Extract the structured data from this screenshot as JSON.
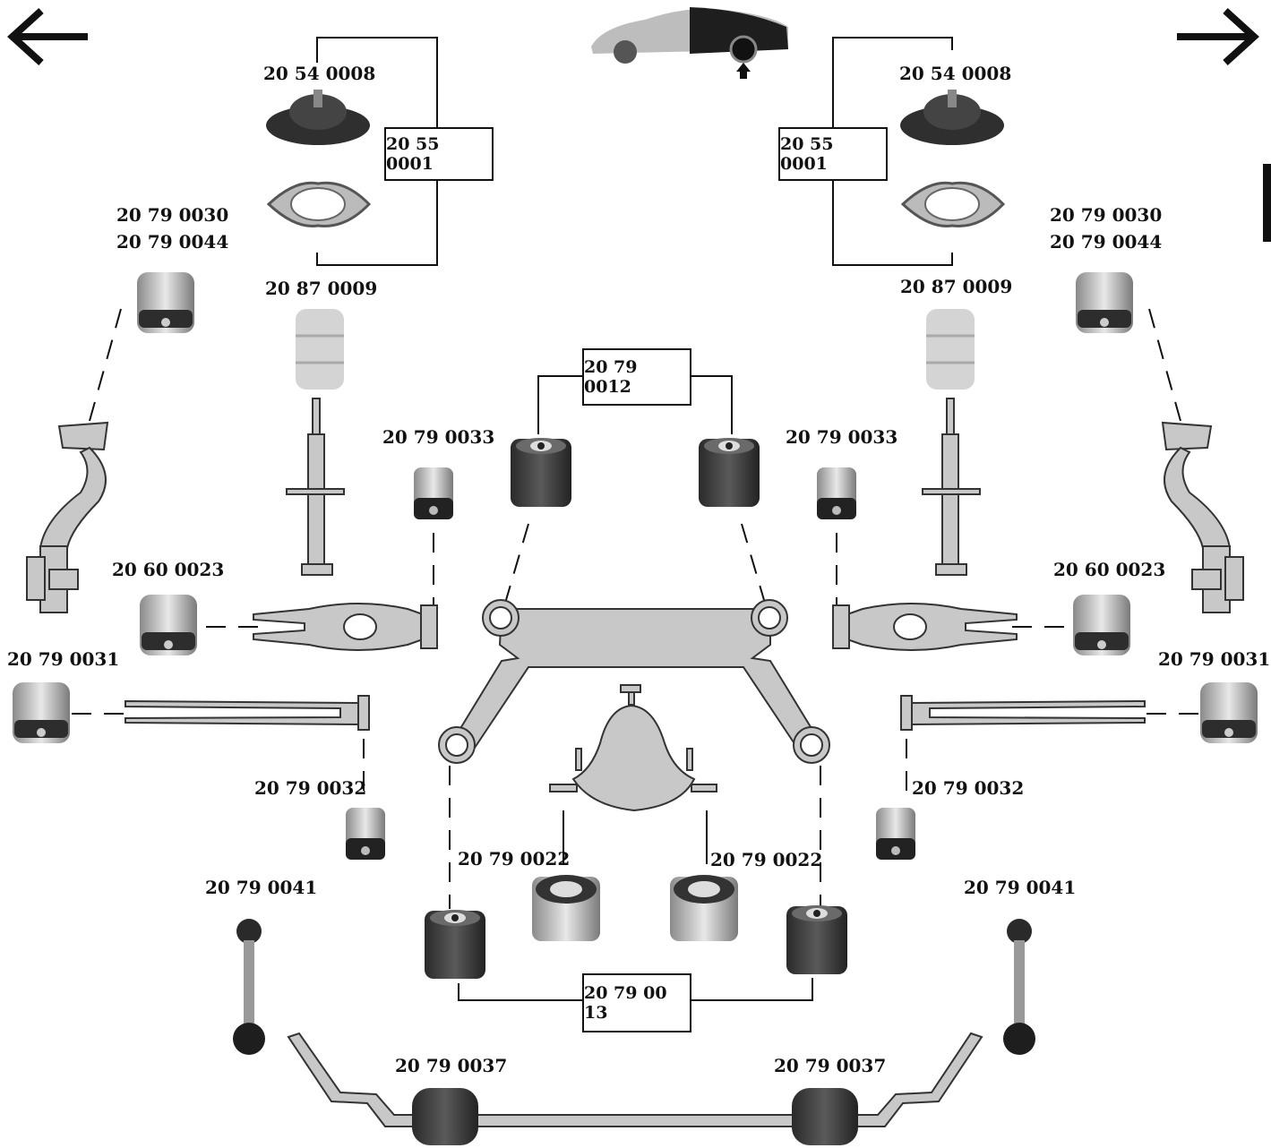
{
  "nav": {
    "prev_icon": "arrow-left-icon",
    "next_icon": "arrow-right-icon"
  },
  "car_icon": "car-rear-axle-icon",
  "labels": {
    "top_mount_left": "20 54 0008",
    "top_mount_right": "20 54 0008",
    "mount_kit_left": "20 55 0001",
    "mount_kit_right": "20 55 0001",
    "bump_stop_left": "20 87 0009",
    "bump_stop_right": "20 87 0009",
    "trailing_bush_a_left": "20 79 0030",
    "trailing_bush_b_left": "20 79 0044",
    "trailing_bush_a_right": "20 79 0030",
    "trailing_bush_b_right": "20 79 0044",
    "subframe_front_kit": "20 79 0012",
    "subframe_rear_kit": "20 79 00 13",
    "link_bush_left": "20 79 0033",
    "link_bush_right": "20 79 0033",
    "wishbone_bush_left": "20 60 0023",
    "wishbone_bush_right": "20 60 0023",
    "arm_bush_outer_left": "20 79 0031",
    "arm_bush_outer_right": "20 79 0031",
    "arm_bush_inner_left": "20 79 0032",
    "arm_bush_inner_right": "20 79 0032",
    "diff_mount_left": "20 79 0022",
    "diff_mount_right": "20 79 0022",
    "stabilizer_link_left": "20 79 0041",
    "stabilizer_link_right": "20 79 0041",
    "stabilizer_bush_left": "20 79 0037",
    "stabilizer_bush_right": "20 79 0037"
  },
  "colors": {
    "part_fill": "#c8c8c8",
    "rubber": "#3c3c3c",
    "line": "#111111"
  }
}
